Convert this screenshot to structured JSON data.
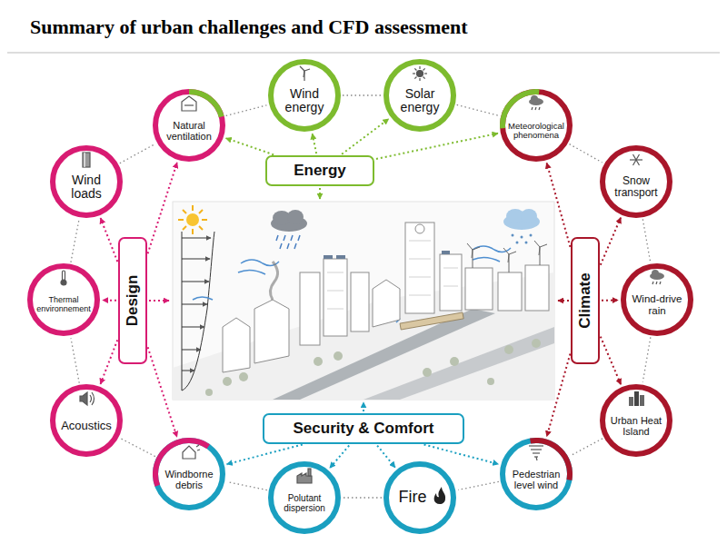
{
  "diagram": {
    "title": "Summary of urban challenges and CFD assessment",
    "nodes": [
      {
        "text": [
          "Natural ventilation"
        ]
      },
      {
        "text": [
          "Wind energy"
        ]
      },
      {
        "text": [
          "Solar energy"
        ]
      },
      {
        "text": [
          "Meteorological phenomena"
        ]
      },
      {
        "text": [
          "Energy"
        ]
      },
      {
        "text": [
          "Wind loads"
        ]
      },
      {
        "text": [
          "Snow transport"
        ]
      },
      {
        "text": [
          "Design"
        ]
      },
      {
        "text": [
          "Climate"
        ]
      },
      {
        "text": [
          "Thermal environnement"
        ]
      },
      {
        "text": [
          "Wind-drive rain"
        ]
      },
      {
        "text": [
          "Acoustics"
        ]
      },
      {
        "text": [
          "Urban Heat Island"
        ]
      },
      {
        "text": [
          "Security & Comfort"
        ]
      },
      {
        "text": [
          "Windborne debris"
        ]
      },
      {
        "text": [
          "Polutant dispersion"
        ]
      },
      {
        "text": [
          "Fire"
        ]
      },
      {
        "text": [
          "Pedestrian level wind"
        ]
      }
    ],
    "edges": [
      {
        "from": 4,
        "to": 0,
        "arrow": "to"
      },
      {
        "from": 4,
        "to": 1,
        "arrow": "to"
      },
      {
        "from": 4,
        "to": 2,
        "arrow": "to"
      },
      {
        "from": 4,
        "to": 3,
        "arrow": "to"
      },
      {
        "from": 7,
        "to": 5,
        "arrow": "to"
      },
      {
        "from": 7,
        "to": 0,
        "arrow": "to"
      },
      {
        "from": 7,
        "to": 9,
        "arrow": "to"
      },
      {
        "from": 7,
        "to": 11,
        "arrow": "to"
      },
      {
        "from": 7,
        "to": 14,
        "arrow": "to"
      },
      {
        "from": 8,
        "to": 3,
        "arrow": "to"
      },
      {
        "from": 8,
        "to": 6,
        "arrow": "to"
      },
      {
        "from": 8,
        "to": 10,
        "arrow": "to"
      },
      {
        "from": 8,
        "to": 12,
        "arrow": "to"
      },
      {
        "from": 8,
        "to": 17,
        "arrow": "to"
      },
      {
        "from": 13,
        "to": 14,
        "arrow": "to"
      },
      {
        "from": 13,
        "to": 15,
        "arrow": "to"
      },
      {
        "from": 13,
        "to": 16,
        "arrow": "to"
      },
      {
        "from": 13,
        "to": 17,
        "arrow": "to"
      },
      {
        "from": 5,
        "to": 0,
        "arrow": "none"
      },
      {
        "from": 0,
        "to": 1,
        "arrow": "none"
      },
      {
        "from": 1,
        "to": 2,
        "arrow": "none"
      },
      {
        "from": 2,
        "to": 3,
        "arrow": "none"
      },
      {
        "from": 3,
        "to": 6,
        "arrow": "none"
      },
      {
        "from": 6,
        "to": 10,
        "arrow": "none"
      },
      {
        "from": 10,
        "to": 12,
        "arrow": "none"
      },
      {
        "from": 12,
        "to": 17,
        "arrow": "none"
      },
      {
        "from": 17,
        "to": 16,
        "arrow": "none"
      },
      {
        "from": 16,
        "to": 15,
        "arrow": "none"
      },
      {
        "from": 15,
        "to": 14,
        "arrow": "none"
      },
      {
        "from": 14,
        "to": 11,
        "arrow": "none"
      },
      {
        "from": 11,
        "to": 9,
        "arrow": "none"
      },
      {
        "from": 9,
        "to": 5,
        "arrow": "none"
      }
    ]
  }
}
